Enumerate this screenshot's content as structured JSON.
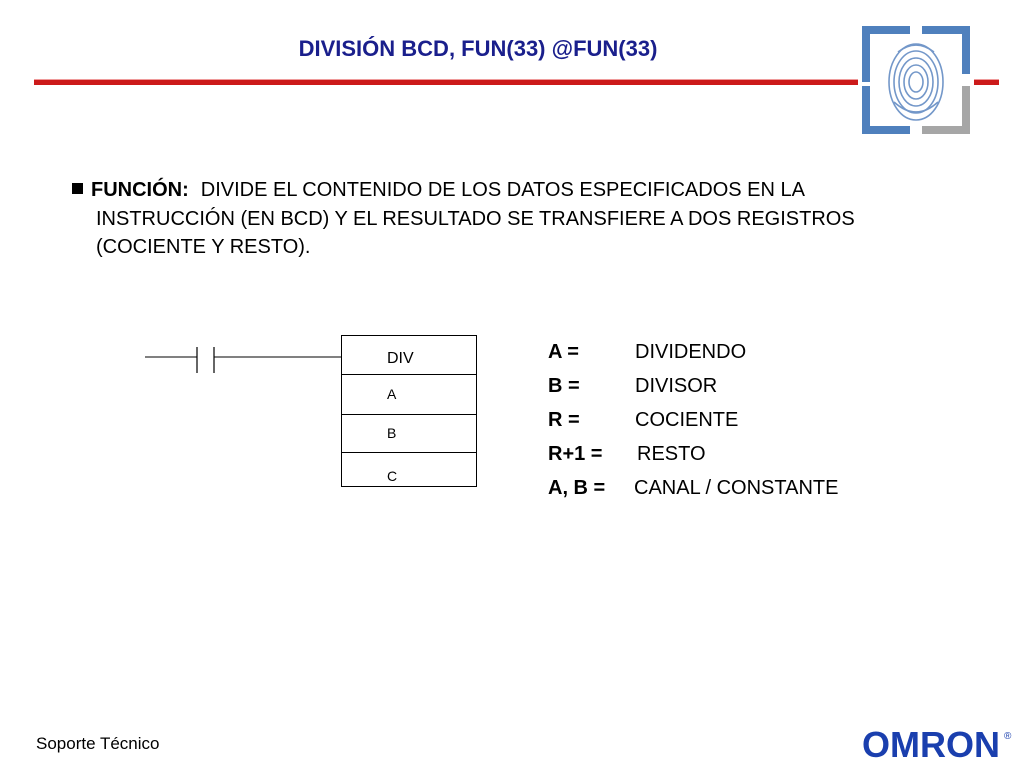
{
  "header": {
    "title": "DIVISIÓN BCD, FUN(33) @FUN(33)"
  },
  "description": {
    "label": "FUNCIÓN:",
    "line1": "DIVIDE EL CONTENIDO DE LOS DATOS ESPECIFICADOS EN LA",
    "line2": "INSTRUCCIÓN (EN BCD) Y EL RESULTADO SE TRANSFIERE A DOS REGISTROS",
    "line3": "(COCIENTE Y RESTO)."
  },
  "instruction": {
    "opcode": "DIV",
    "operand1": "A",
    "operand2": "B",
    "operand3": "C"
  },
  "legend": {
    "items": [
      {
        "key": "A =",
        "value": "DIVIDENDO"
      },
      {
        "key": "B =",
        "value": "DIVISOR"
      },
      {
        "key": "R =",
        "value": "COCIENTE"
      },
      {
        "key": "R+1 =",
        "value": "RESTO"
      },
      {
        "key": "A, B =",
        "value": "CANAL / CONSTANTE"
      }
    ]
  },
  "footer": {
    "text": "Soporte Técnico",
    "brand": "OMRON",
    "brand_mark": "®"
  },
  "colors": {
    "title": "#1a1f8c",
    "rule": "#cc1a1a",
    "brand": "#1a3fae",
    "logo_frame_blue": "#4f80bd",
    "logo_frame_gray": "#a6a6a6"
  }
}
